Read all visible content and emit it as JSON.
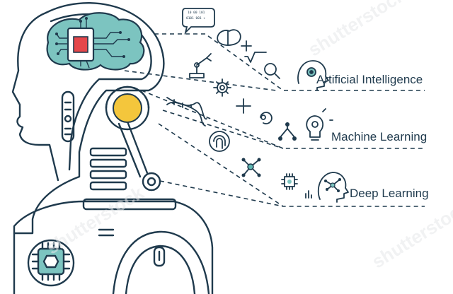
{
  "labels": {
    "ai": "Artificial Intelligence",
    "ml": "Machine Learning",
    "dl": "Deep Learning"
  },
  "speech_bubble": {
    "line1": "10 00 101",
    "line2": "0101 001 +"
  },
  "watermark": "shutterstock",
  "colors": {
    "outline": "#1f3a4d",
    "brain_fill": "#7cc4c0",
    "chip_red": "#e5474b",
    "bulb_yellow": "#f4c63c",
    "teal_icon": "#5fb7b1"
  }
}
